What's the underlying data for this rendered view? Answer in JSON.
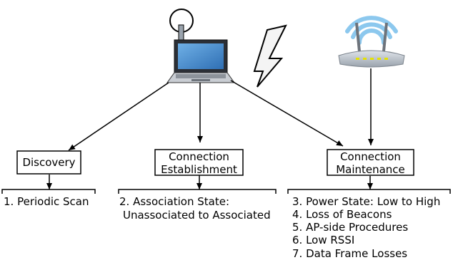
{
  "boxes": {
    "discovery": "Discovery",
    "establishment": [
      "Connection",
      "Establishment"
    ],
    "maintenance": [
      "Connection",
      "Maintenance"
    ]
  },
  "lists": {
    "discovery": [
      "1. Periodic Scan"
    ],
    "establishment": [
      "2. Association State:",
      "Unassociated to Associated"
    ],
    "maintenance": [
      "3. Power State: Low to High",
      "4. Loss of Beacons",
      "5. AP-side Procedures",
      "6. Low RSSI",
      "7. Data Frame Losses"
    ]
  },
  "icons": [
    "laptop-icon",
    "antenna-icon",
    "lightning-bolt-icon",
    "wifi-router-icon"
  ],
  "colors": {
    "laptop_screen": "#3f86c9",
    "router_body": "#b8bfc8",
    "wifi_waves": "#8cc8ee",
    "router_leds": "#e6e300"
  }
}
